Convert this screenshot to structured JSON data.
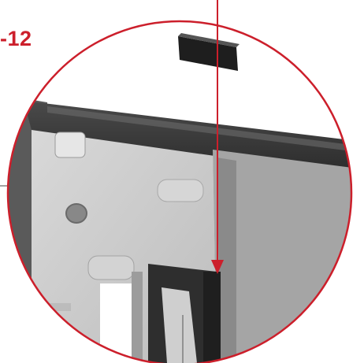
{
  "figure": {
    "step_label": "-12",
    "accent_color": "#cc1f2b",
    "leader_color": "#444444",
    "part_color": "#3a3a3a",
    "frame_color": "#c9c9c9",
    "icons": [
      "removable-tab",
      "insertion-arrow",
      "magnified-detail-circle"
    ]
  }
}
